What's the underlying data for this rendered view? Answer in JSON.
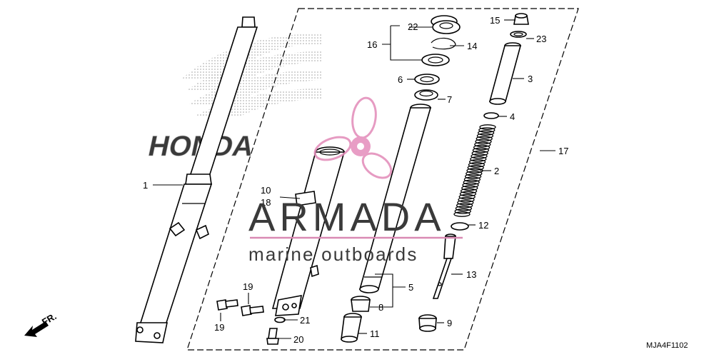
{
  "diagram": {
    "code": "MJA4F1102",
    "direction_label": "FR.",
    "watermark": {
      "brand": "ARMADA",
      "tagline": "marine outboards",
      "logo": "HONDA"
    },
    "labels": [
      {
        "id": "1",
        "text": "1"
      },
      {
        "id": "2",
        "text": "2"
      },
      {
        "id": "3",
        "text": "3"
      },
      {
        "id": "4",
        "text": "4"
      },
      {
        "id": "5",
        "text": "5"
      },
      {
        "id": "6",
        "text": "6"
      },
      {
        "id": "7",
        "text": "7"
      },
      {
        "id": "8",
        "text": "8"
      },
      {
        "id": "9",
        "text": "9"
      },
      {
        "id": "10",
        "text": "10"
      },
      {
        "id": "11",
        "text": "11"
      },
      {
        "id": "12",
        "text": "12"
      },
      {
        "id": "13",
        "text": "13"
      },
      {
        "id": "14",
        "text": "14"
      },
      {
        "id": "15",
        "text": "15"
      },
      {
        "id": "16",
        "text": "16"
      },
      {
        "id": "17",
        "text": "17"
      },
      {
        "id": "18",
        "text": "18"
      },
      {
        "id": "19a",
        "text": "19"
      },
      {
        "id": "19b",
        "text": "19"
      },
      {
        "id": "20",
        "text": "20"
      },
      {
        "id": "21",
        "text": "21"
      },
      {
        "id": "22",
        "text": "22"
      },
      {
        "id": "23",
        "text": "23"
      }
    ]
  }
}
